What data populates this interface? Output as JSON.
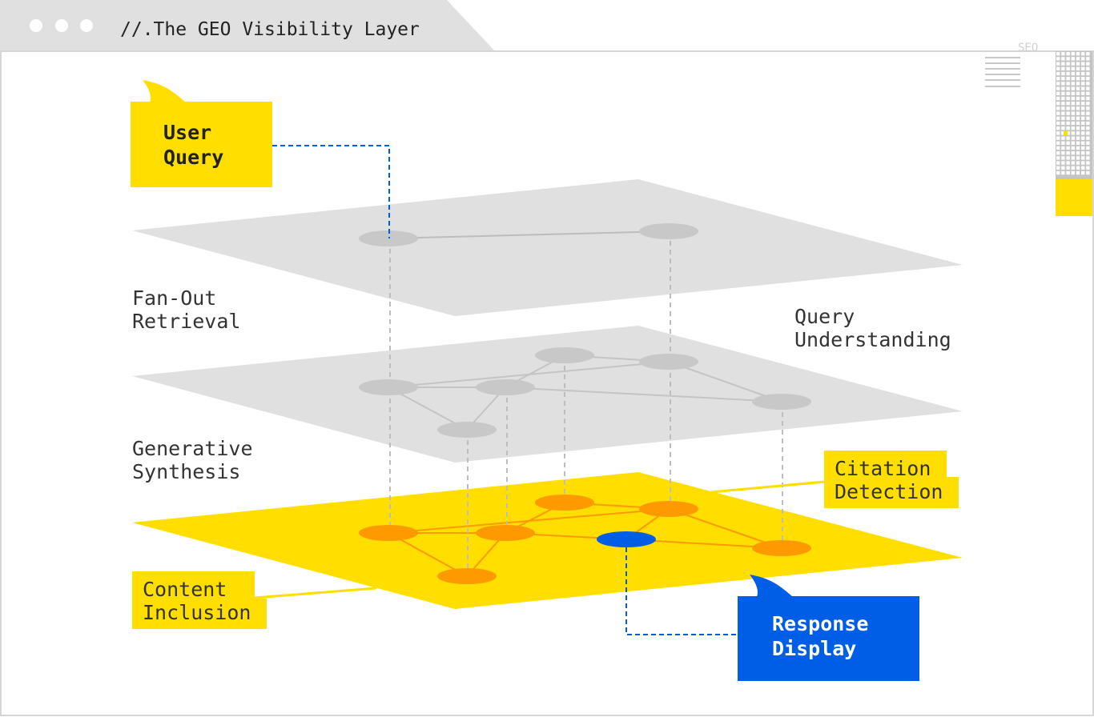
{
  "window": {
    "title": "//.The GEO Visibility Layer",
    "controls": [
      "dot-1",
      "dot-2",
      "dot-3"
    ],
    "side_mark": "SEO"
  },
  "colors": {
    "chrome_gray": "#e0e0e0",
    "plane_gray": "#e0e0e0",
    "node_gray": "#c8c8c8",
    "edge_gray": "#bdbdbd",
    "accent_yellow": "#ffde00",
    "node_orange": "#ff9900",
    "accent_blue": "#005ee6",
    "text_dark": "#333333"
  },
  "diagram": {
    "callouts": {
      "user_query": [
        "User",
        "Query"
      ],
      "response_display": [
        "Response",
        "Display"
      ]
    },
    "labels": {
      "fan_out": [
        "Fan-Out",
        "Retrieval"
      ],
      "query_understanding": [
        "Query",
        "Understanding"
      ],
      "generative_synthesis": [
        "Generative",
        "Synthesis"
      ],
      "citation_detection": [
        "Citation",
        "Detection"
      ],
      "content_inclusion": [
        "Content",
        "Inclusion"
      ]
    }
  }
}
